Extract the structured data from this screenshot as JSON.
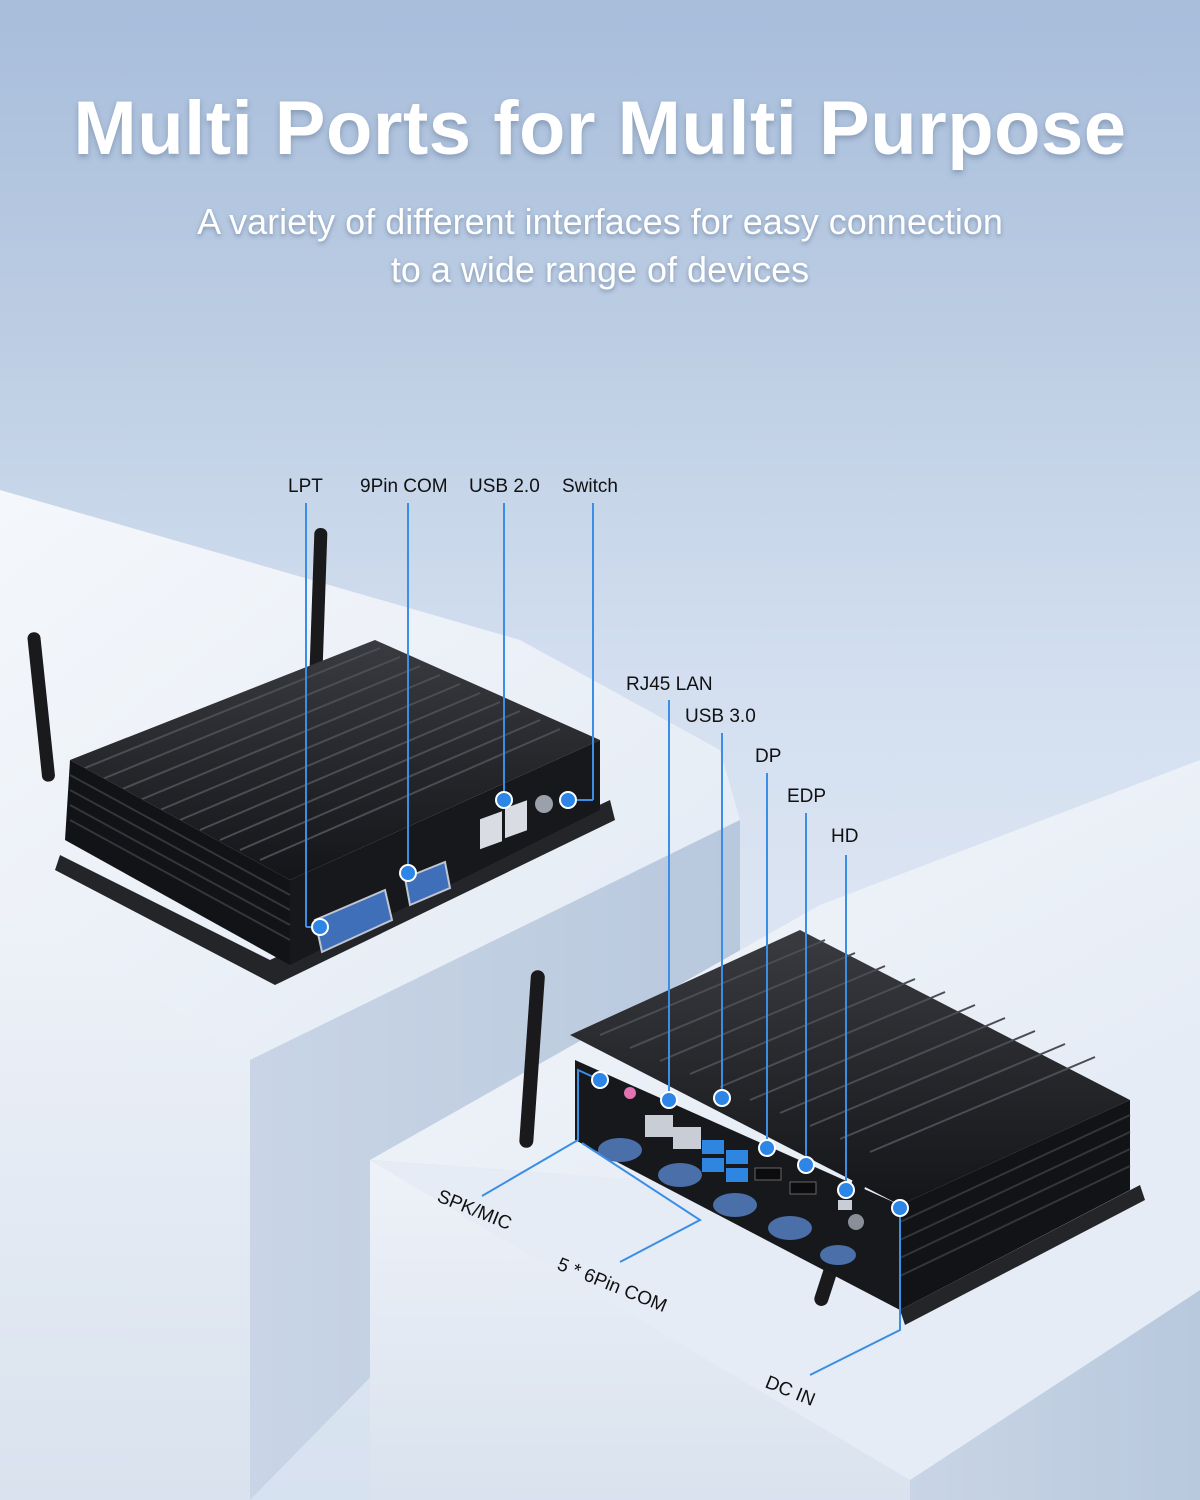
{
  "hero": {
    "title": "Multi Ports for Multi Purpose",
    "subtitle_line1": "A variety of different interfaces for easy connection",
    "subtitle_line2": "to a wide range of devices"
  },
  "front_device_labels": {
    "lpt": "LPT",
    "com9": "9Pin COM",
    "usb2": "USB 2.0",
    "switch": "Switch"
  },
  "rear_device_labels": {
    "rj45": "RJ45 LAN",
    "usb3": "USB 3.0",
    "dp": "DP",
    "edp": "EDP",
    "hd": "HD",
    "spk": "SPK/MIC",
    "com6": "5 * 6Pin COM",
    "dcin": "DC IN"
  },
  "colors": {
    "callout_line": "#3a8ee6",
    "callout_dot": "#2d86e6",
    "device_body": "#1b1c1f",
    "pedestal": "#e9eef6"
  }
}
